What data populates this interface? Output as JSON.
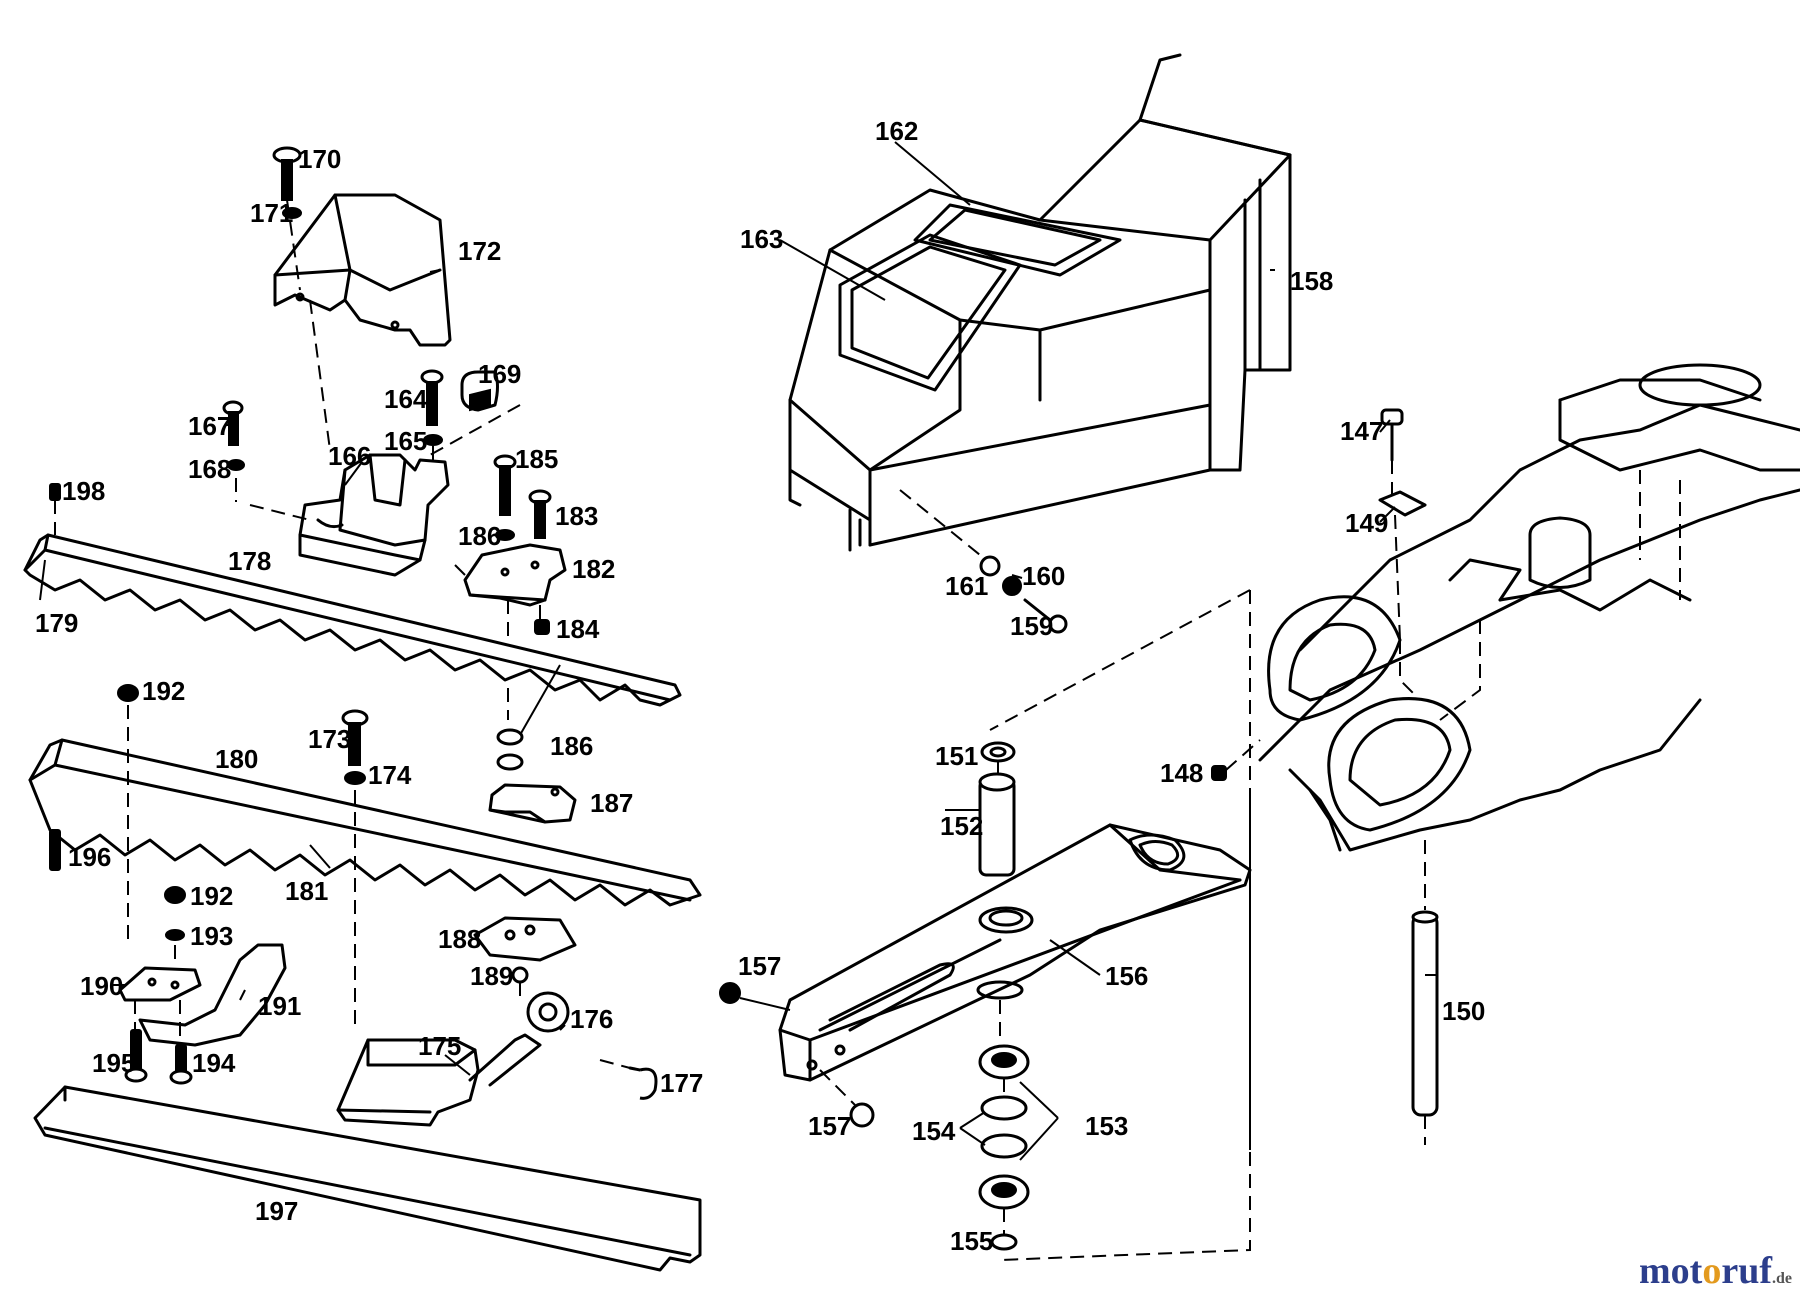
{
  "labels": {
    "p147": "147",
    "p148": "148",
    "p149": "149",
    "p150": "150",
    "p151": "151",
    "p152": "152",
    "p153": "153",
    "p154": "154",
    "p155": "155",
    "p156": "156",
    "p157a": "157",
    "p157b": "157",
    "p158": "158",
    "p159": "159",
    "p160": "160",
    "p161": "161",
    "p162": "162",
    "p163": "163",
    "p164": "164",
    "p165": "165",
    "p166": "166",
    "p167": "167",
    "p168": "168",
    "p169": "169",
    "p170": "170",
    "p171": "171",
    "p172": "172",
    "p173": "173",
    "p174": "174",
    "p175": "175",
    "p176": "176",
    "p177": "177",
    "p178": "178",
    "p179": "179",
    "p180": "180",
    "p181": "181",
    "p182": "182",
    "p183": "183",
    "p184": "184",
    "p185": "185",
    "p186a": "186",
    "p186b": "186",
    "p187": "187",
    "p188": "188",
    "p189": "189",
    "p190": "190",
    "p191": "191",
    "p192a": "192",
    "p192b": "192",
    "p193": "193",
    "p194": "194",
    "p195": "195",
    "p196": "196",
    "p197": "197",
    "p198": "198"
  },
  "watermark": {
    "part1": "mot",
    "part2": "o",
    "part3": "ruf",
    "part4": ".de"
  }
}
